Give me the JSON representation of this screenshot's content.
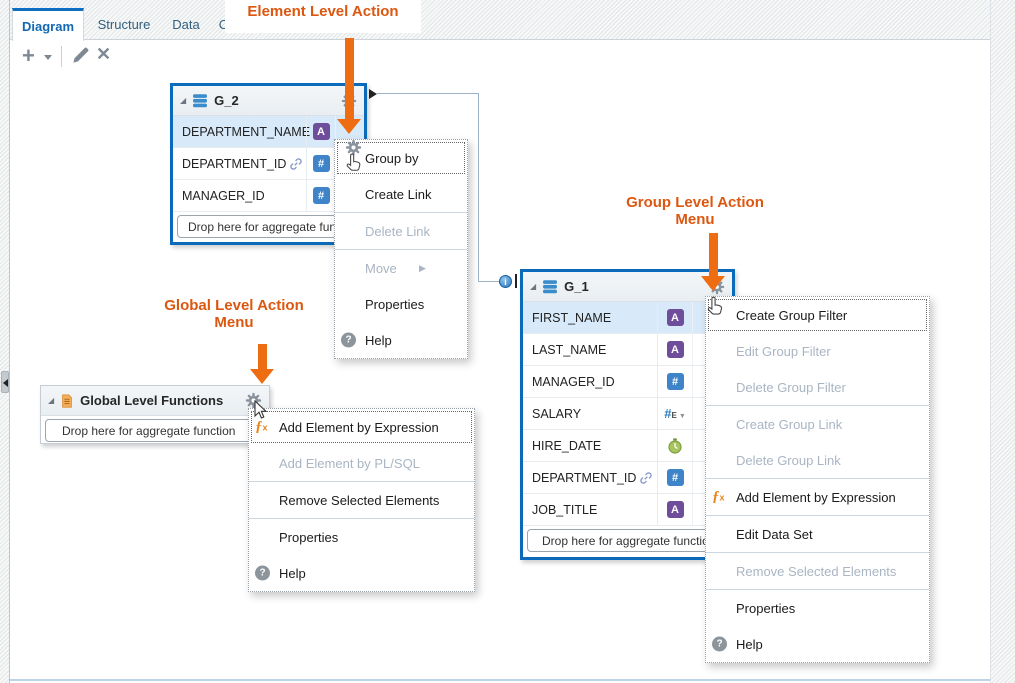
{
  "tabs": {
    "items": [
      {
        "label": "Diagram",
        "active": true
      },
      {
        "label": "Structure",
        "active": false
      },
      {
        "label": "Data",
        "active": false
      },
      {
        "label": "Co",
        "active": false
      }
    ]
  },
  "annotations": {
    "element_level": {
      "text": "Element Level Action"
    },
    "group_level": {
      "line1": "Group Level Action",
      "line2": "Menu"
    },
    "global_level": {
      "line1": "Global Level Action",
      "line2": "Menu"
    }
  },
  "groups": [
    {
      "title": "G_2",
      "rows": [
        {
          "name": "DEPARTMENT_NAME",
          "type": "text",
          "selected": true,
          "linked": false
        },
        {
          "name": "DEPARTMENT_ID",
          "type": "number",
          "selected": false,
          "linked": true
        },
        {
          "name": "MANAGER_ID",
          "type": "number",
          "selected": false,
          "linked": false
        }
      ],
      "drop_hint": "Drop here for aggregate function"
    },
    {
      "title": "G_1",
      "rows": [
        {
          "name": "FIRST_NAME",
          "type": "text",
          "selected": true,
          "linked": false
        },
        {
          "name": "LAST_NAME",
          "type": "text",
          "selected": false,
          "linked": false
        },
        {
          "name": "MANAGER_ID",
          "type": "number",
          "selected": false,
          "linked": false
        },
        {
          "name": "SALARY",
          "type": "number-aggregate",
          "selected": false,
          "linked": false
        },
        {
          "name": "HIRE_DATE",
          "type": "date",
          "selected": false,
          "linked": false
        },
        {
          "name": "DEPARTMENT_ID",
          "type": "number",
          "selected": false,
          "linked": true
        },
        {
          "name": "JOB_TITLE",
          "type": "text",
          "selected": false,
          "linked": false
        }
      ],
      "drop_hint": "Drop here for aggregate function"
    }
  ],
  "global_box": {
    "title": "Global Level Functions",
    "drop_hint": "Drop here for aggregate function"
  },
  "menus": {
    "element": {
      "items": [
        {
          "label": "Group by",
          "state": "focused"
        },
        {
          "label": "Create Link",
          "state": "enabled"
        },
        {
          "label": "Delete Link",
          "state": "disabled"
        },
        {
          "label": "Move",
          "state": "disabled",
          "has_submenu": true
        },
        {
          "label": "Properties",
          "state": "enabled"
        },
        {
          "label": "Help",
          "state": "enabled"
        }
      ]
    },
    "group": {
      "items": [
        {
          "label": "Create Group Filter",
          "state": "focused"
        },
        {
          "label": "Edit Group Filter",
          "state": "disabled"
        },
        {
          "label": "Delete Group Filter",
          "state": "disabled"
        },
        {
          "label": "Create Group Link",
          "state": "disabled"
        },
        {
          "label": "Delete Group Link",
          "state": "disabled"
        },
        {
          "label": "Add Element by Expression",
          "state": "enabled"
        },
        {
          "label": "Edit Data Set",
          "state": "enabled"
        },
        {
          "label": "Remove Selected Elements",
          "state": "disabled"
        },
        {
          "label": "Properties",
          "state": "enabled"
        },
        {
          "label": "Help",
          "state": "enabled"
        }
      ]
    },
    "global": {
      "items": [
        {
          "label": "Add Element by Expression",
          "state": "focused"
        },
        {
          "label": "Add Element by PL/SQL",
          "state": "disabled"
        },
        {
          "label": "Remove Selected Elements",
          "state": "enabled"
        },
        {
          "label": "Properties",
          "state": "enabled"
        },
        {
          "label": "Help",
          "state": "enabled"
        }
      ]
    }
  },
  "icons": {
    "add_glyph": "+",
    "close_glyph": "✕",
    "text_glyph": "A",
    "number_glyph": "#",
    "aggregate_glyph": "#",
    "aggregate_sub": "E",
    "dropdown_caret": "▼",
    "submenu_arrow": "▶",
    "help_glyph": "?",
    "fx_f": "ƒ",
    "fx_sub": "x",
    "info_glyph": "i",
    "disclosure_glyph": "◢"
  },
  "colors": {
    "annotation_orange": "#dc5710",
    "arrow_orange": "#ee6c12",
    "selection_border_blue": "#0b6bba",
    "row_highlight": "#d8eafa",
    "disabled_text": "#a9b5c3",
    "tab_active_blue": "#1268b4"
  }
}
